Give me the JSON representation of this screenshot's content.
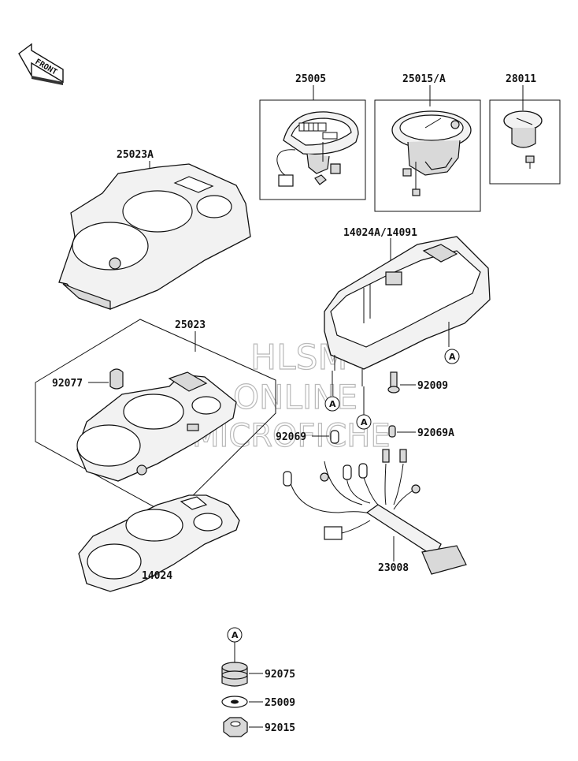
{
  "orientation": {
    "front_label": "FRONT"
  },
  "watermark": {
    "line1": "HLSM",
    "line2": "ONLINE",
    "line3": "MICROFICHE"
  },
  "callouts": {
    "c25005": "25005",
    "c25015A": "25015/A",
    "c28011": "28011",
    "c25023A": "25023A",
    "c14024A": "14024A/14091",
    "c25023": "25023",
    "c92077": "92077",
    "c92009": "92009",
    "c92069": "92069",
    "c92069A": "92069A",
    "c14024": "14024",
    "c23008": "23008",
    "c92075": "92075",
    "c25009": "25009",
    "c92015": "92015"
  },
  "reference_marks": {
    "a1": "A",
    "a2": "A",
    "a3": "A",
    "a4": "A"
  }
}
